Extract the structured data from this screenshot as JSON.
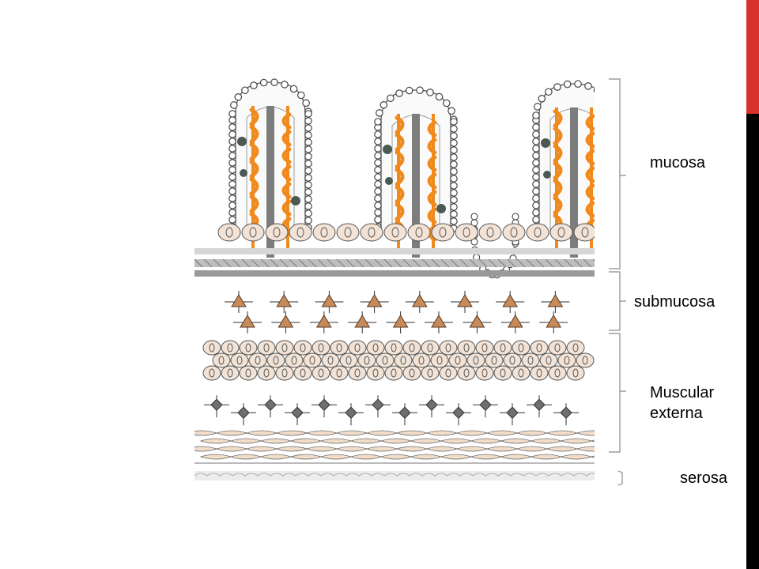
{
  "diagram": {
    "colors": {
      "villus_core": "#f08a1c",
      "vessel": "#7d7d7d",
      "cell_fill": "#f3e3d6",
      "plexus_fill": "#c78a5a",
      "muscle_fill": "#f2ddc9",
      "slide_accent": "#d9312b"
    },
    "layers": [
      {
        "id": "mucosa",
        "label": "mucosa"
      },
      {
        "id": "submucosa",
        "label": "submucosa"
      },
      {
        "id": "muscular-externa",
        "label": "Muscular externa"
      },
      {
        "id": "serosa",
        "label": "serosa"
      }
    ]
  }
}
